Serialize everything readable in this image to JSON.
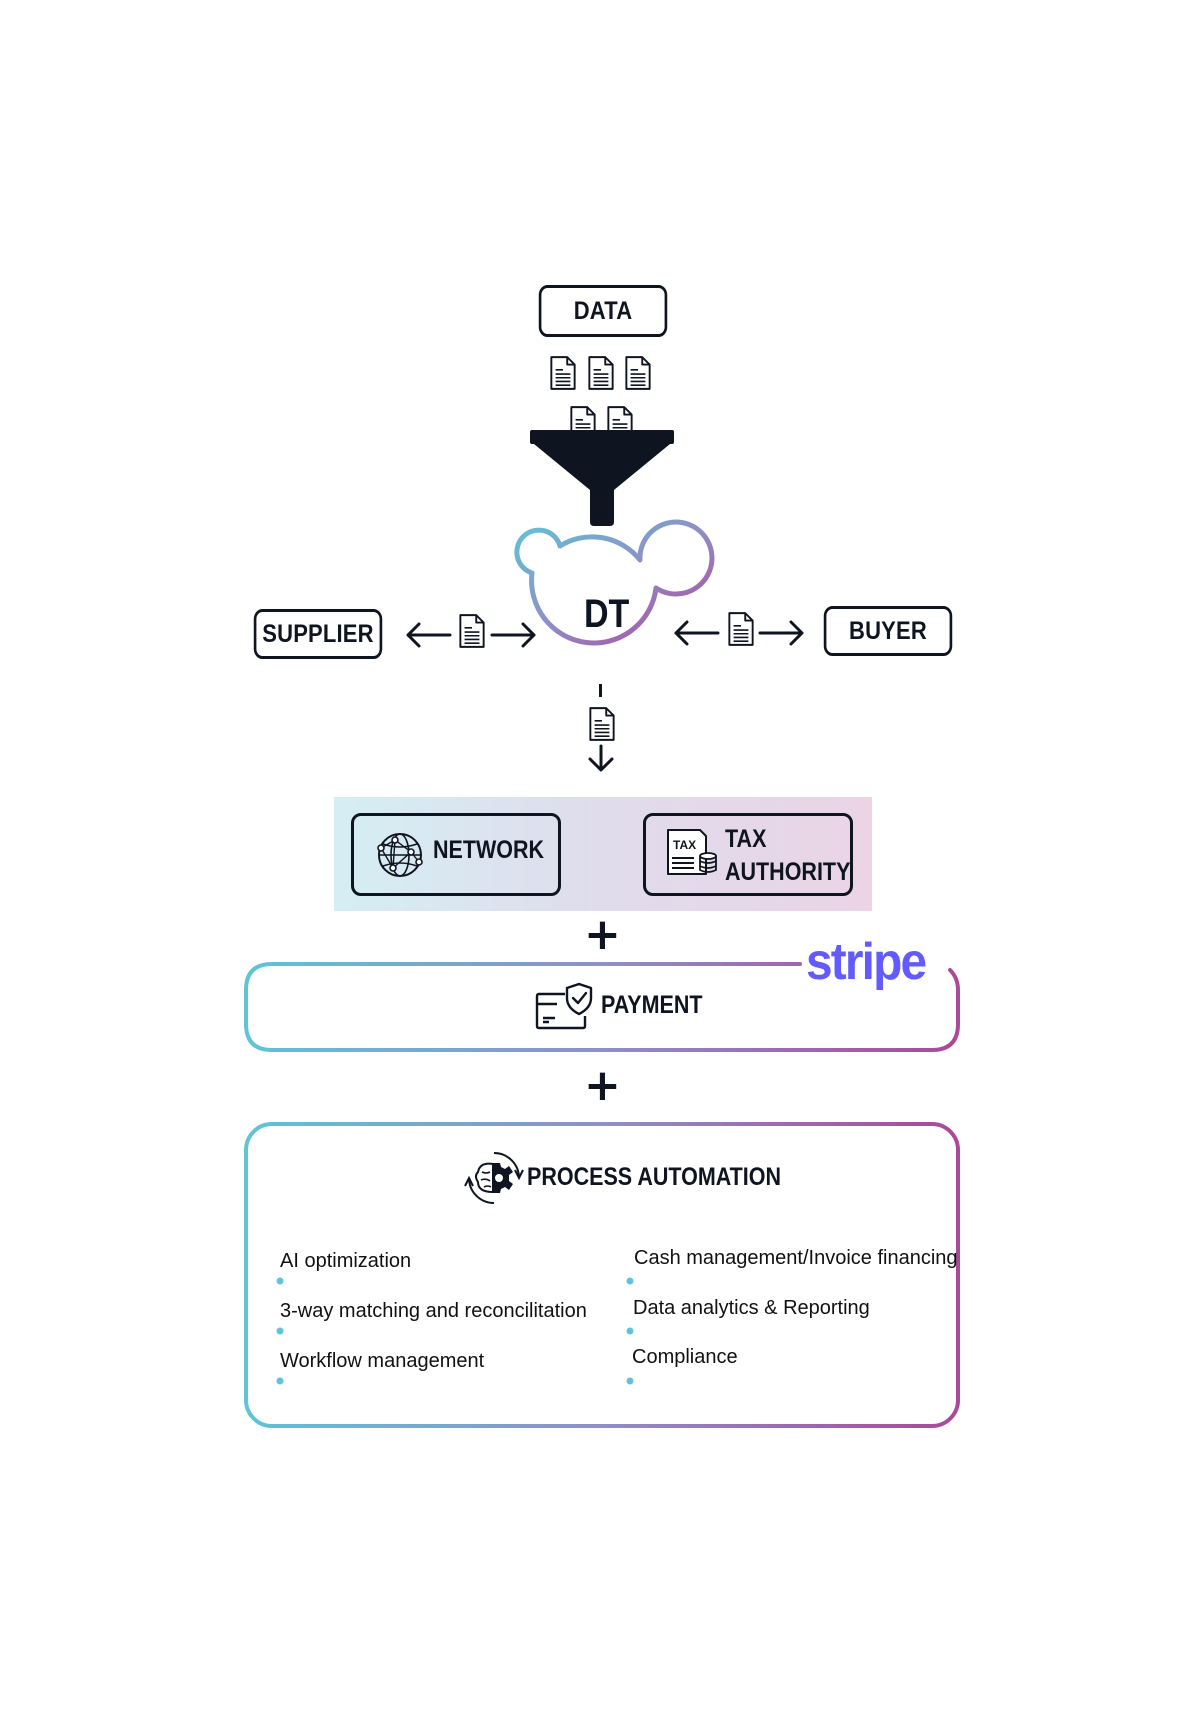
{
  "data_box": {
    "label": "DATA"
  },
  "hub": {
    "label": "DT"
  },
  "supplier_box": {
    "label": "SUPPLIER"
  },
  "buyer_box": {
    "label": "BUYER"
  },
  "network": {
    "label": "NETWORK",
    "icon": "globe-network-icon"
  },
  "tax_authority": {
    "line1": "TAX",
    "line2": "AUTHORITY",
    "icon_text": "TAX",
    "icon": "tax-document-icon"
  },
  "plus_1": "+",
  "plus_2": "+",
  "payment": {
    "label": "PAYMENT",
    "brand": "stripe",
    "brand_color": "#635bff",
    "icon": "card-shield-icon"
  },
  "process_automation": {
    "title": "PROCESS AUTOMATION",
    "icon": "gear-brain-icon",
    "features_left": [
      "AI optimization",
      "3-way matching and reconcilitation",
      "Workflow  management"
    ],
    "features_right": [
      "Cash management/Invoice financing",
      "Data analytics & Reporting",
      "Compliance"
    ]
  },
  "colors": {
    "gradient_start": "#5ec4d6",
    "gradient_end": "#a9499a",
    "ink": "#0f1520"
  }
}
